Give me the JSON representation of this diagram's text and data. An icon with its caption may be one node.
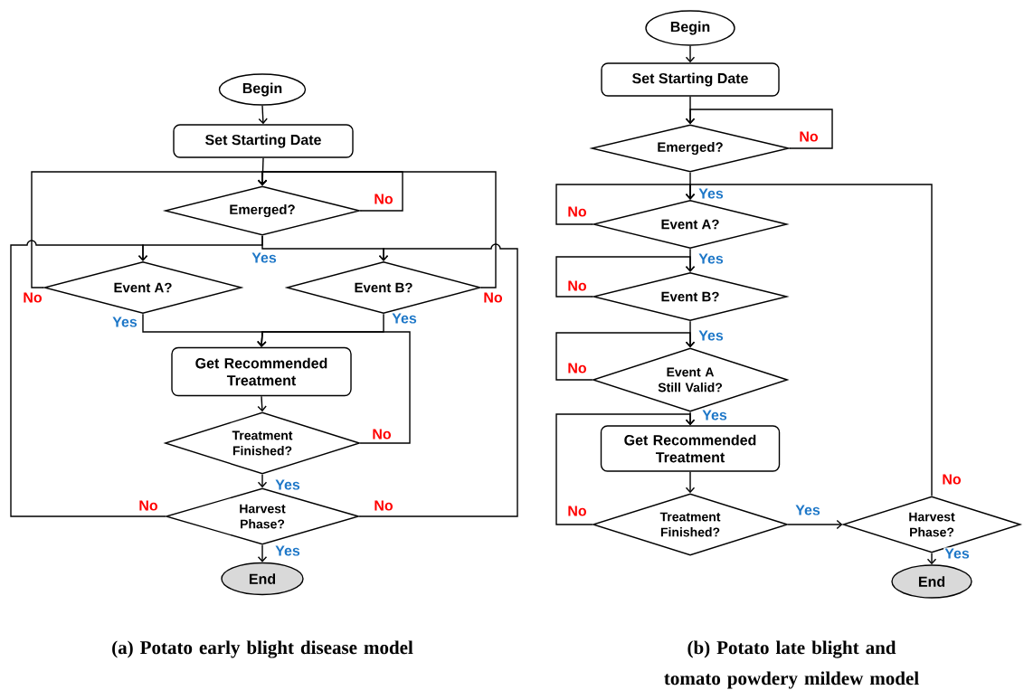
{
  "diagram": {
    "nodes": [
      {
        "text": [
          "Begin"
        ]
      },
      {
        "text": [
          "Set Starting Date"
        ]
      },
      {
        "text": [
          "Emerged?"
        ]
      },
      {
        "text": [
          "Event A?"
        ]
      },
      {
        "text": [
          "Event B?"
        ]
      },
      {
        "text": [
          "Get Recommended Treatment"
        ]
      },
      {
        "text": [
          "Treatment Finished?"
        ]
      },
      {
        "text": [
          "Harvest Phase?"
        ]
      },
      {
        "text": [
          "End"
        ]
      },
      {
        "text": [
          "Begin"
        ]
      },
      {
        "text": [
          "Set Starting Date"
        ]
      },
      {
        "text": [
          "Emerged?"
        ]
      },
      {
        "text": [
          "Event A?"
        ]
      },
      {
        "text": [
          "Event B?"
        ]
      },
      {
        "text": [
          "Event A Still Valid?"
        ]
      },
      {
        "text": [
          "Get Recommended Treatment"
        ]
      },
      {
        "text": [
          "Treatment Finished?"
        ]
      },
      {
        "text": [
          "Harvest Phase?"
        ]
      },
      {
        "text": [
          "End"
        ]
      }
    ],
    "edges": [
      {
        "from": 0,
        "to": 1,
        "arrow": "to"
      },
      {
        "from": 1,
        "to": 2,
        "arrow": "to"
      },
      {
        "from": 2,
        "to": 3,
        "arrow": "to",
        "label": "Yes"
      },
      {
        "from": 2,
        "to": 4,
        "arrow": "to"
      },
      {
        "from": 2,
        "to": 2,
        "arrow": "to",
        "label": "No"
      },
      {
        "from": 3,
        "to": 2,
        "arrow": "to",
        "label": "No"
      },
      {
        "from": 4,
        "to": 2,
        "arrow": "to",
        "label": "No"
      },
      {
        "from": 3,
        "to": 5,
        "arrow": "to",
        "label": "Yes"
      },
      {
        "from": 4,
        "to": 5,
        "arrow": "to",
        "label": "Yes"
      },
      {
        "from": 5,
        "to": 6,
        "arrow": "to"
      },
      {
        "from": 6,
        "to": 5,
        "arrow": "to",
        "label": "No"
      },
      {
        "from": 6,
        "to": 7,
        "arrow": "to",
        "label": "Yes"
      },
      {
        "from": 7,
        "to": 3,
        "arrow": "to",
        "label": "No"
      },
      {
        "from": 7,
        "to": 4,
        "arrow": "to",
        "label": "No"
      },
      {
        "from": 7,
        "to": 8,
        "arrow": "to",
        "label": "Yes"
      },
      {
        "from": 9,
        "to": 10,
        "arrow": "to"
      },
      {
        "from": 10,
        "to": 11,
        "arrow": "to"
      },
      {
        "from": 11,
        "to": 11,
        "arrow": "to",
        "label": "No"
      },
      {
        "from": 11,
        "to": 12,
        "arrow": "to",
        "label": "Yes"
      },
      {
        "from": 12,
        "to": 12,
        "arrow": "to",
        "label": "No"
      },
      {
        "from": 12,
        "to": 13,
        "arrow": "to",
        "label": "Yes"
      },
      {
        "from": 13,
        "to": 13,
        "arrow": "to",
        "label": "No"
      },
      {
        "from": 13,
        "to": 14,
        "arrow": "to",
        "label": "Yes"
      },
      {
        "from": 14,
        "to": 14,
        "arrow": "to",
        "label": "No"
      },
      {
        "from": 14,
        "to": 15,
        "arrow": "to",
        "label": "Yes"
      },
      {
        "from": 15,
        "to": 16,
        "arrow": "to"
      },
      {
        "from": 16,
        "to": 15,
        "arrow": "to",
        "label": "No"
      },
      {
        "from": 16,
        "to": 17,
        "arrow": "to",
        "label": "Yes"
      },
      {
        "from": 17,
        "to": 12,
        "arrow": "to",
        "label": "No"
      },
      {
        "from": 17,
        "to": 18,
        "arrow": "to",
        "label": "Yes"
      }
    ],
    "labels": [
      "(a) Potato early blight disease model",
      "(b) Potato late blight and tomato powdery mildew model"
    ]
  }
}
